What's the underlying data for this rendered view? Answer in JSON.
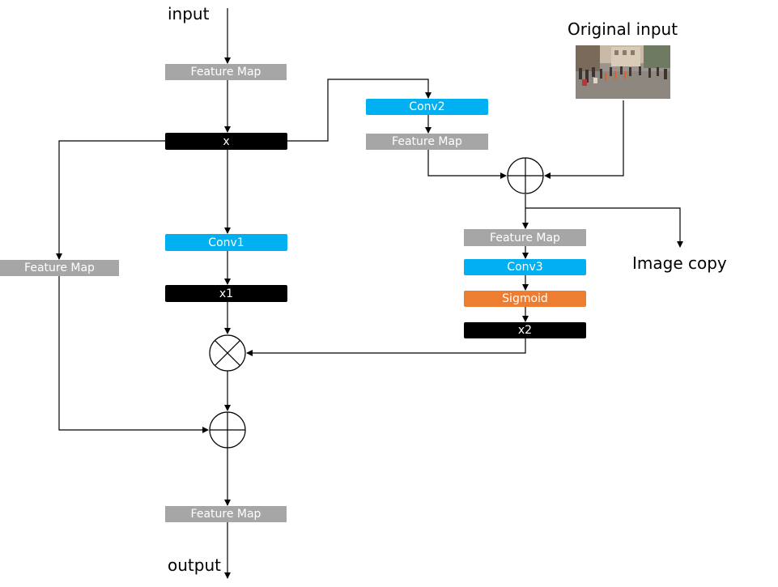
{
  "labels": {
    "input": "input",
    "output": "output",
    "original_input": "Original input",
    "image_copy": "Image copy"
  },
  "nodes": {
    "fm_top": "Feature Map",
    "x": "x",
    "conv1": "Conv1",
    "x1": "x1",
    "fm_left": "Feature Map",
    "fm_bottom": "Feature Map",
    "conv2": "Conv2",
    "fm_conv2": "Feature Map",
    "fm_right": "Feature Map",
    "conv3": "Conv3",
    "sigmoid": "Sigmoid",
    "x2": "x2"
  },
  "colors": {
    "feature_map": "#a6a6a6",
    "tensor": "#000000",
    "conv": "#00b0f0",
    "sigmoid": "#ed7d31"
  },
  "icons": {
    "add_op": "circled-plus-icon",
    "multiply_op": "circled-times-icon"
  }
}
